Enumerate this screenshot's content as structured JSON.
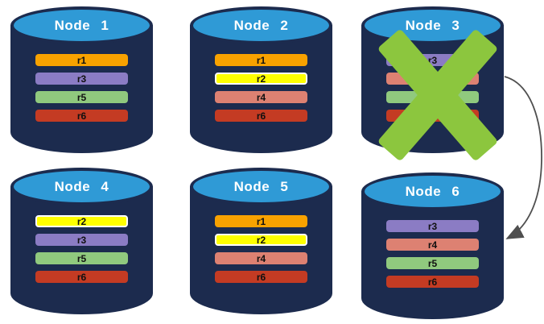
{
  "colors": {
    "cylinder_body": "#1c2b4e",
    "cylinder_top": "#2f9ad6",
    "x_mark": "#8cc63e",
    "arrow": "#4f4f4f"
  },
  "nodes": [
    {
      "label": "Node 1",
      "rows": [
        {
          "label": "r1",
          "color": "#f8a200",
          "border": "transparent"
        },
        {
          "label": "r3",
          "color": "#8b7cc4",
          "border": "transparent"
        },
        {
          "label": "r5",
          "color": "#90c97e",
          "border": "transparent"
        },
        {
          "label": "r6",
          "color": "#c43b23",
          "border": "transparent"
        }
      ]
    },
    {
      "label": "Node 2",
      "rows": [
        {
          "label": "r1",
          "color": "#f8a200",
          "border": "transparent"
        },
        {
          "label": "r2",
          "color": "#ffff00",
          "border": "#ffffff"
        },
        {
          "label": "r4",
          "color": "#dd8172",
          "border": "transparent"
        },
        {
          "label": "r6",
          "color": "#c43b23",
          "border": "transparent"
        }
      ]
    },
    {
      "label": "Node 3",
      "status": "failed",
      "rows": [
        {
          "label": "r3",
          "color": "#8b7cc4",
          "border": "transparent"
        },
        {
          "label": "r4",
          "color": "#dd8172",
          "border": "transparent"
        },
        {
          "label": "r5",
          "color": "#90c97e",
          "border": "transparent"
        },
        {
          "label": "r6",
          "color": "#c43b23",
          "border": "transparent"
        }
      ]
    },
    {
      "label": "Node 4",
      "rows": [
        {
          "label": "r2",
          "color": "#ffff00",
          "border": "#ffffff"
        },
        {
          "label": "r3",
          "color": "#8b7cc4",
          "border": "transparent"
        },
        {
          "label": "r5",
          "color": "#90c97e",
          "border": "transparent"
        },
        {
          "label": "r6",
          "color": "#c43b23",
          "border": "transparent"
        }
      ]
    },
    {
      "label": "Node 5",
      "rows": [
        {
          "label": "r1",
          "color": "#f8a200",
          "border": "transparent"
        },
        {
          "label": "r2",
          "color": "#ffff00",
          "border": "#ffffff"
        },
        {
          "label": "r4",
          "color": "#dd8172",
          "border": "transparent"
        },
        {
          "label": "r6",
          "color": "#c43b23",
          "border": "transparent"
        }
      ]
    },
    {
      "label": "Node 6",
      "rows": [
        {
          "label": "r3",
          "color": "#8b7cc4",
          "border": "transparent"
        },
        {
          "label": "r4",
          "color": "#dd8172",
          "border": "transparent"
        },
        {
          "label": "r5",
          "color": "#90c97e",
          "border": "transparent"
        },
        {
          "label": "r6",
          "color": "#c43b23",
          "border": "transparent"
        }
      ]
    }
  ],
  "arrow": {
    "from": "Node 3",
    "to": "Node 6",
    "color": "#4f4f4f"
  }
}
